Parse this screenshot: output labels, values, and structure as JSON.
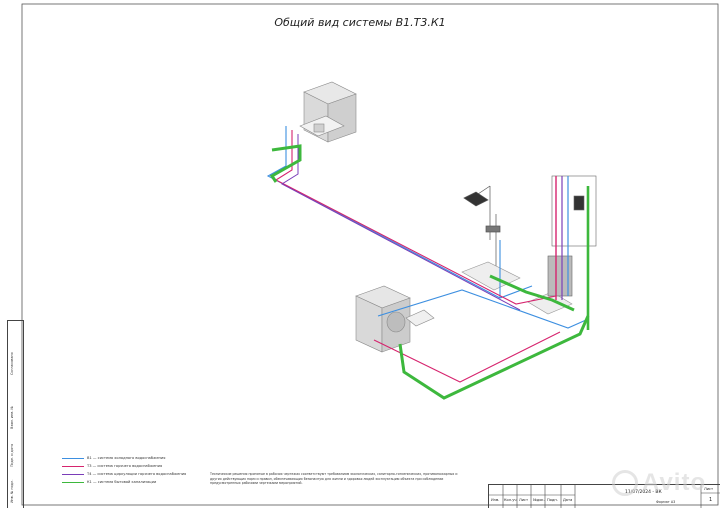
{
  "title": "Общий вид системы В1.Т3.К1",
  "legend": [
    {
      "text": "В1 — система холодного водоснабжения",
      "color": "#3d8fe0"
    },
    {
      "text": "Т3 — система горячего водоснабжения",
      "color": "#d6246e"
    },
    {
      "text": "Т4 — система циркуляции горячего водоснабжения",
      "color": "#7a3db8"
    },
    {
      "text": "К1 — система бытовой канализации",
      "color": "#3db83d"
    }
  ],
  "note": "Технические решения принятые в рабочих чертежах соответствуют требованиям экологических, санитарно-гигиенических, противопожарных и других действующих норм и правил, обеспечивающих безопасную для жизни и здоровья людей эксплуатацию объекта при соблюдении предусмотренных рабочими чертежами мероприятий.",
  "stamp": {
    "headers": [
      "Изм.",
      "Кол.уч",
      "Лист",
      "№док.",
      "Подп.",
      "Дата"
    ],
    "code": "11/07/2024 - ВК",
    "sheet_label": "Лист",
    "sheet_no": "1",
    "format": "Формат А3"
  },
  "side_stamp": {
    "labels": [
      "Согласовано",
      "Взам. инв. №",
      "Подп. и дата",
      "Инв. № подл."
    ]
  },
  "watermark": "Avito",
  "colors": {
    "cold": "#3d8fe0",
    "hot": "#d6246e",
    "circ": "#7a3db8",
    "sewer": "#3db83d",
    "fixture": "#9a9a9a"
  }
}
